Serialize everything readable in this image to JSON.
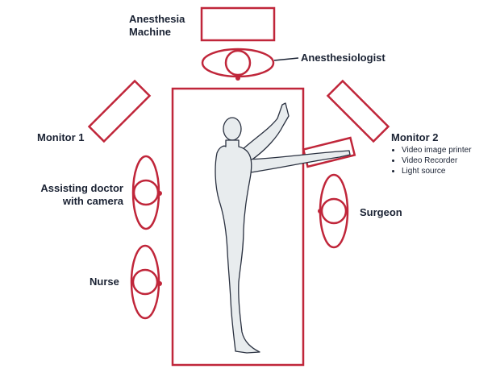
{
  "labels": {
    "anesthesia_machine": [
      "Anesthesia",
      "Machine"
    ],
    "anesthesiologist": "Anesthesiologist",
    "monitor1": "Monitor 1",
    "monitor2": "Monitor 2",
    "monitor2_items": [
      "Video image printer",
      "Video Recorder",
      "Light source"
    ],
    "assisting_doctor": [
      "Assisting doctor",
      "with camera"
    ],
    "surgeon": "Surgeon",
    "nurse": "Nurse"
  },
  "colors": {
    "accent": "#c0263a",
    "text": "#1a2233",
    "body_fill": "#e8ecee",
    "body_stroke": "#2a3140"
  }
}
